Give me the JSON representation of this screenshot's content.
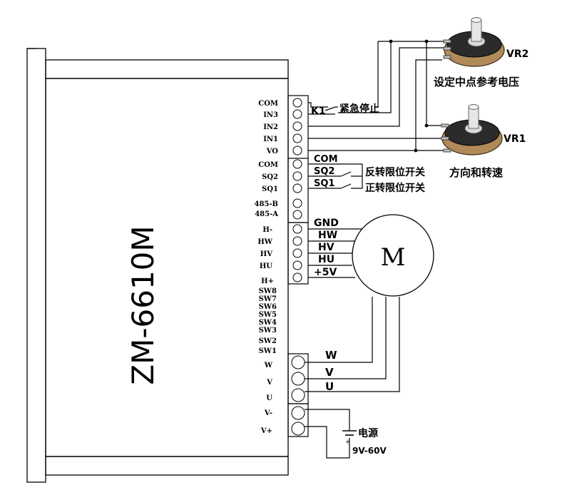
{
  "device": {
    "model": "ZM-6610M"
  },
  "control_terminals": [
    "COM",
    "IN3",
    "IN2",
    "IN1",
    "VO",
    "COM",
    "SQ2",
    "SQ1",
    "485-B",
    "485-A"
  ],
  "hall_terminals": [
    "H-",
    "HW",
    "HV",
    "HU",
    "H+"
  ],
  "switches": [
    "SW8",
    "SW7",
    "SW6",
    "SW5",
    "SW4",
    "SW3",
    "SW2",
    "SW1"
  ],
  "power_terminals": [
    "W",
    "V",
    "U",
    "V-",
    "V+"
  ],
  "wire_labels": {
    "k1": "K1",
    "estop": "紧急停止",
    "com": "COM",
    "sq2": "SQ2",
    "sq1": "SQ1",
    "reverse_limit": "反转限位开关",
    "forward_limit": "正转限位开关",
    "gnd": "GND",
    "hw": "HW",
    "hv": "HV",
    "hu": "HU",
    "plus5v": "+5V",
    "w": "W",
    "v": "V",
    "u": "U"
  },
  "potentiometers": [
    {
      "name": "VR2",
      "caption": "设定中点参考电压"
    },
    {
      "name": "VR1",
      "caption": "方向和转速"
    }
  ],
  "motor": {
    "label": "M"
  },
  "power_supply": {
    "label": "电源",
    "range": "9V-60V",
    "plus": "+"
  }
}
